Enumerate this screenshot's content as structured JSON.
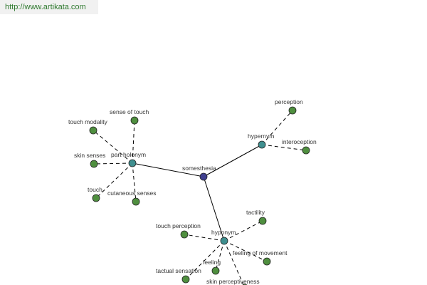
{
  "site_link": "http://www.artikata.com",
  "colors": {
    "center": "#3f3f8f",
    "relation": "#3f8f8f",
    "leaf": "#4f8f3f",
    "edge": "#000000",
    "link": "#2f7a2f"
  },
  "graph": {
    "center": {
      "label": "somesthesia"
    },
    "relations": [
      {
        "label": "part holonym",
        "children": [
          {
            "label": "touch modality"
          },
          {
            "label": "sense of touch"
          },
          {
            "label": "skin senses"
          },
          {
            "label": "touch"
          },
          {
            "label": "cutaneous senses"
          }
        ]
      },
      {
        "label": "hypernym",
        "children": [
          {
            "label": "perception"
          },
          {
            "label": "interoception"
          }
        ]
      },
      {
        "label": "hyponym",
        "children": [
          {
            "label": "tactility"
          },
          {
            "label": "touch perception"
          },
          {
            "label": "feeling of movement"
          },
          {
            "label": "feeling"
          },
          {
            "label": "tactual sensation"
          },
          {
            "label": "skin perceptiveness"
          }
        ]
      }
    ]
  }
}
